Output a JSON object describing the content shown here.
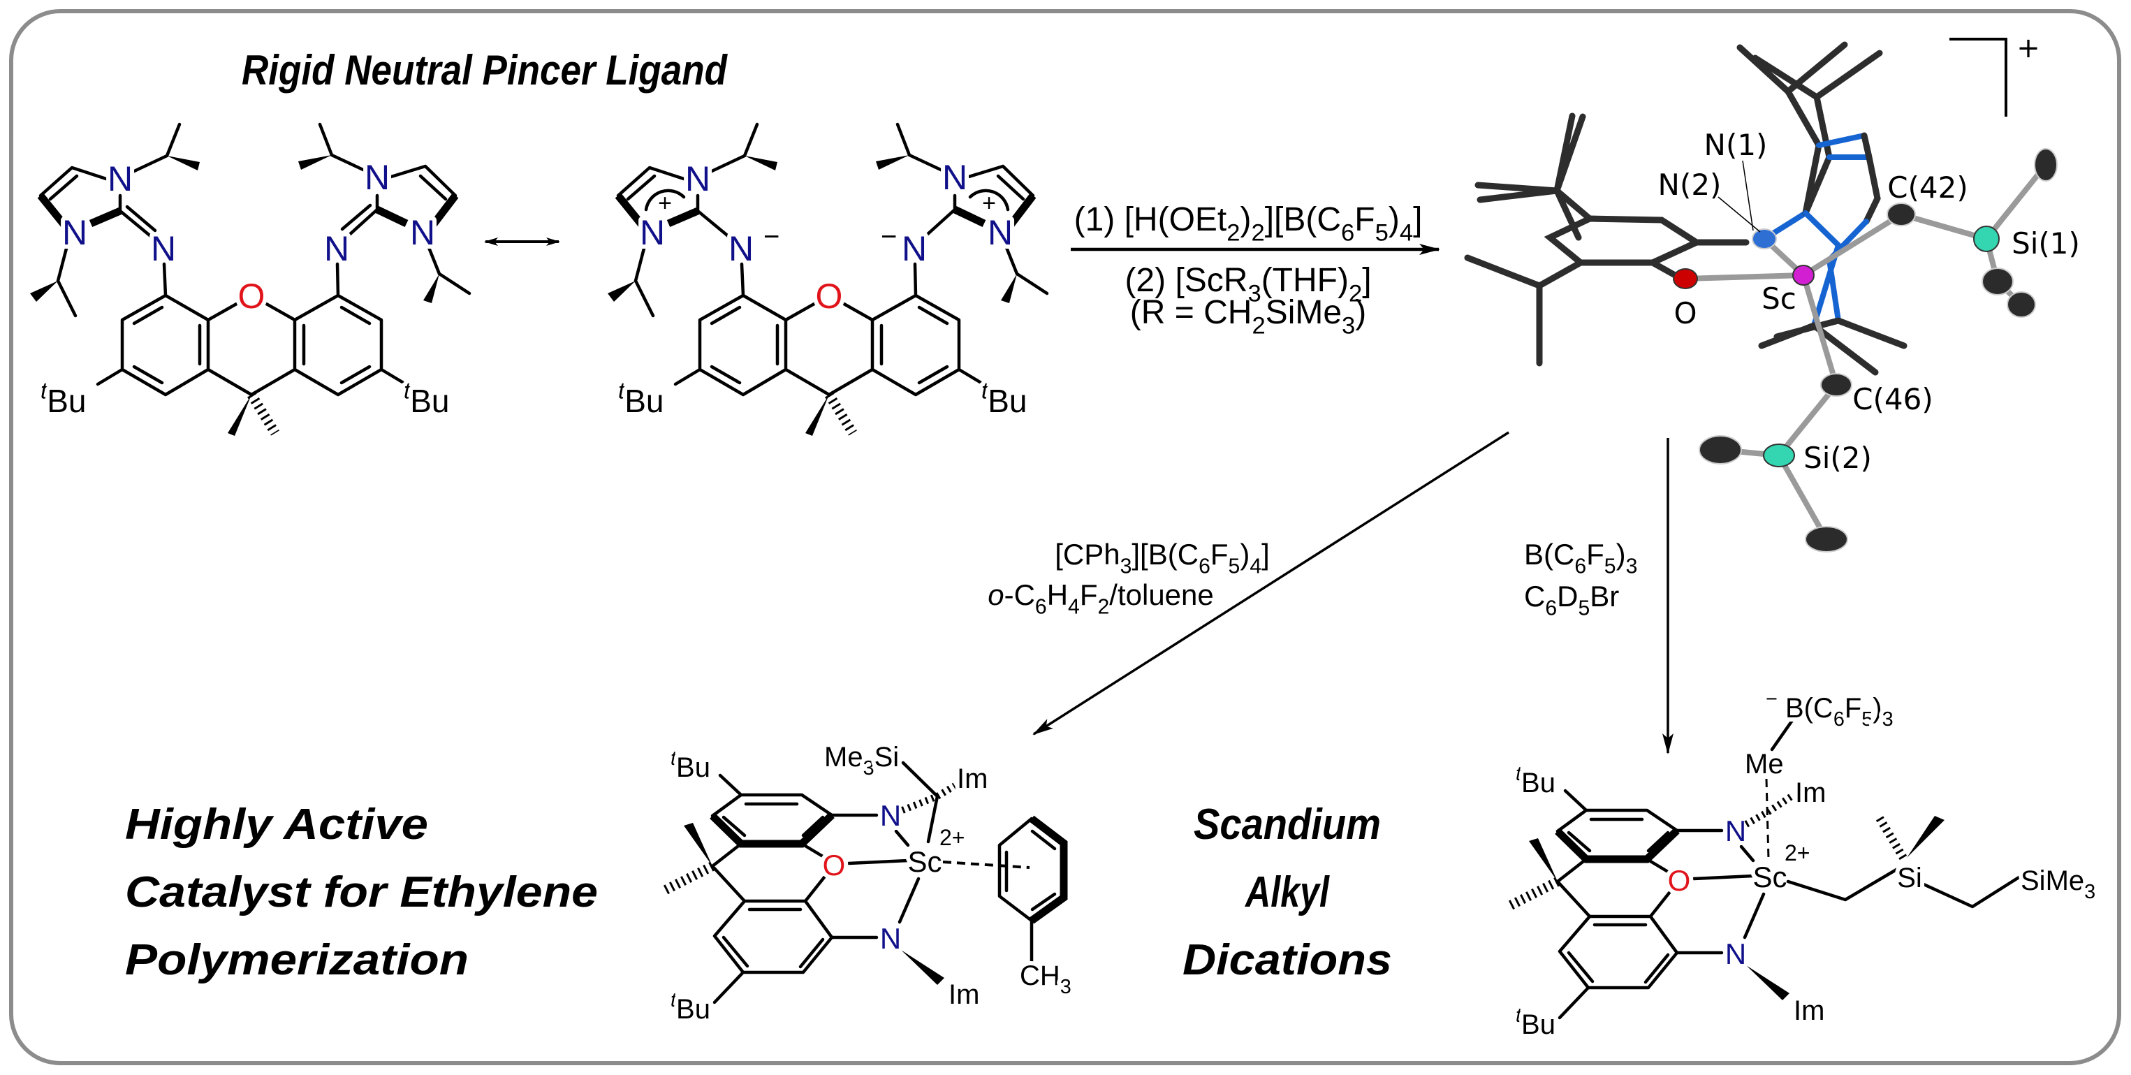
{
  "title": "Rigid Neutral Pincer Ligand",
  "colors": {
    "nitrogen": "#10108a",
    "oxygen": "#e0141a",
    "border": "#8c8c8c",
    "crystal_N": "#1664d2",
    "crystal_Sc": "#d21fd2",
    "crystal_O": "#cc0000",
    "crystal_Si": "#33d6b0"
  },
  "ligand": {
    "N": "N",
    "O": "O",
    "tBu": [
      {
        "sup": "t",
        "italic": true
      },
      "Bu"
    ],
    "minus": "−",
    "plus": "+"
  },
  "resonance_arrow": "double-headed-arrow",
  "reaction1": {
    "line1": [
      "(1) [H(OEt",
      {
        "sub": "2"
      },
      ")",
      {
        "sub": "2"
      },
      "][B(C",
      {
        "sub": "6"
      },
      "F",
      {
        "sub": "5"
      },
      ")",
      {
        "sub": "4"
      },
      "]"
    ],
    "line2": [
      "(2) [ScR",
      {
        "sub": "3"
      },
      "(THF)",
      {
        "sub": "2"
      },
      "]"
    ],
    "line3": [
      "(R = CH",
      {
        "sub": "2"
      },
      "SiMe",
      {
        "sub": "3"
      },
      ")"
    ]
  },
  "crystal": {
    "labels": {
      "N1": "N(1)",
      "N2": "N(2)",
      "O": "O",
      "Sc": "Sc",
      "C42": "C(42)",
      "Si1": "Si(1)",
      "C46": "C(46)",
      "Si2": "Si(2)"
    },
    "charge": "+"
  },
  "reaction2": {
    "line1": [
      "[CPh",
      {
        "sub": "3"
      },
      "][B(C",
      {
        "sub": "6"
      },
      "F",
      {
        "sub": "5"
      },
      ")",
      {
        "sub": "4"
      },
      "]"
    ],
    "line2": [
      {
        "it": "o"
      },
      "-C",
      {
        "sub": "6"
      },
      "H",
      {
        "sub": "4"
      },
      "F",
      {
        "sub": "2"
      },
      "/toluene"
    ]
  },
  "reaction3": {
    "line1": [
      "B(C",
      {
        "sub": "6"
      },
      "F",
      {
        "sub": "5"
      },
      ")",
      {
        "sub": "3"
      }
    ],
    "line2": [
      "C",
      {
        "sub": "6"
      },
      "D",
      {
        "sub": "5"
      },
      "Br"
    ]
  },
  "product1": {
    "caption": [
      "Highly Active",
      "Catalyst for Ethylene",
      "Polymerization"
    ],
    "Me3Si": [
      "Me",
      {
        "sub": "3"
      },
      "Si"
    ],
    "Im": "Im",
    "Sc": "Sc",
    "charge": "2+",
    "CH3": [
      "CH",
      {
        "sub": "3"
      }
    ]
  },
  "product2": {
    "caption": [
      "Scandium",
      "Alkyl",
      "Dications"
    ],
    "borate": [
      {
        "sup": "−"
      },
      " B(C",
      {
        "sub": "6"
      },
      "F",
      {
        "sub": "5"
      },
      ")",
      {
        "sub": "3"
      }
    ],
    "Me": "Me",
    "Im": "Im",
    "Sc": "Sc",
    "charge": "2+",
    "Si": "Si",
    "SiMe3": [
      "SiMe",
      {
        "sub": "3"
      }
    ]
  }
}
